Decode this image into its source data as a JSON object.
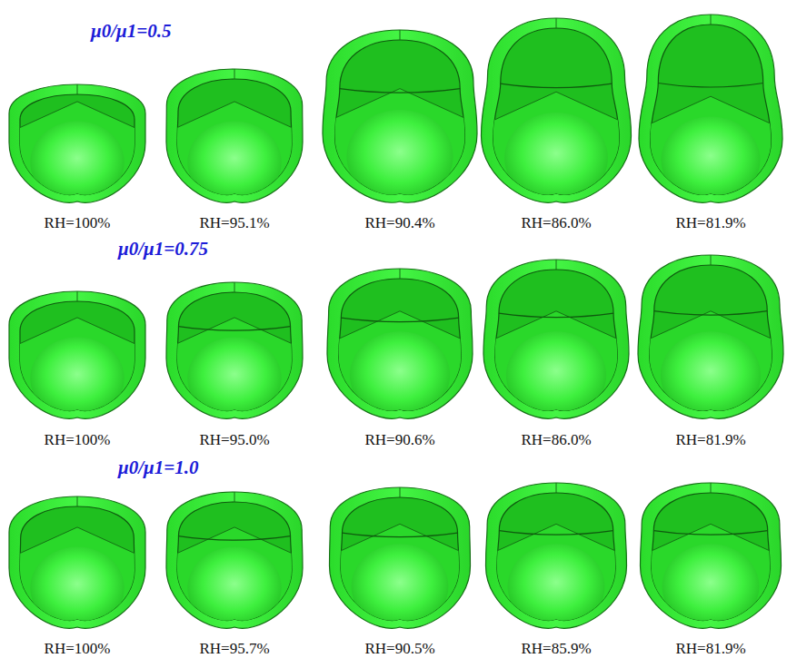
{
  "diagram": {
    "labels": [
      "μ0/μ1=0.5",
      "RH=100%",
      "RH=95.1%",
      "RH=90.4%",
      "RH=86.0%",
      "RH=81.9%",
      "μ0/μ1=0.75",
      "RH=100%",
      "RH=95.0%",
      "RH=90.6%",
      "RH=86.0%",
      "RH=81.9%",
      "μ0/μ1=1.0",
      "RH=100%",
      "RH=95.7%",
      "RH=90.5%",
      "RH=85.9%",
      "RH=81.9%"
    ]
  }
}
